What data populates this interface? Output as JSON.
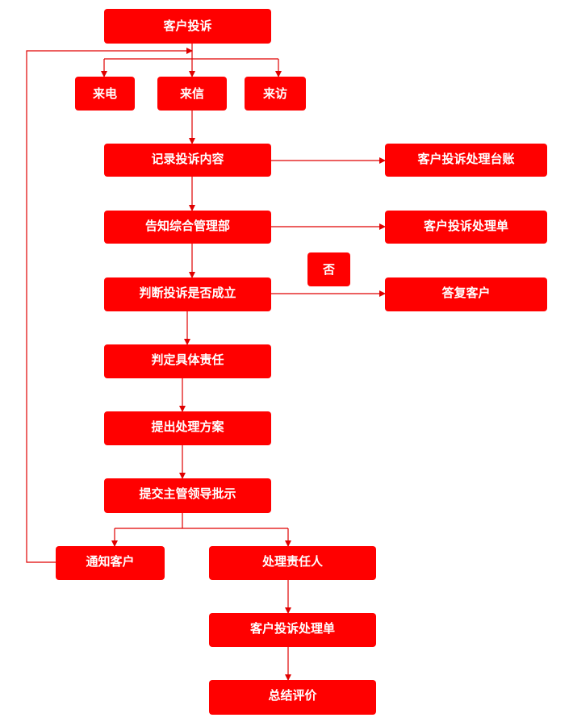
{
  "colors": {
    "node_fill": "#ff0000",
    "node_text": "#ffffff",
    "connector": "#e00000"
  },
  "nodes": {
    "complaint": "客户投诉",
    "phone": "来电",
    "letter": "来信",
    "visit": "来访",
    "record": "记录投诉内容",
    "ledger": "客户投诉处理台账",
    "notify_dept": "告知综合管理部",
    "form_top": "客户投诉处理单",
    "judge": "判断投诉是否成立",
    "no": "否",
    "reply": "答复客户",
    "responsibility": "判定具体责任",
    "plan": "提出处理方案",
    "submit": "提交主管领导批示",
    "notify_customer": "通知客户",
    "handler": "处理责任人",
    "form_bottom": "客户投诉处理单",
    "summary": "总结评价"
  }
}
